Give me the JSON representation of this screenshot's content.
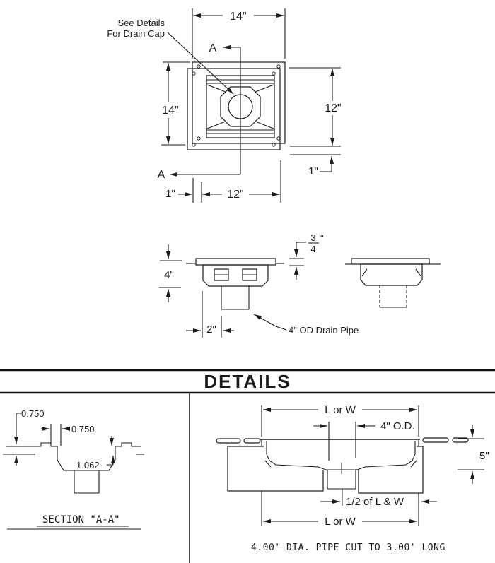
{
  "drawing": {
    "top_view": {
      "callout_line1": "See Details",
      "callout_line2": "For Drain Cap",
      "section_letter": "A",
      "dims": {
        "top_width": "14\"",
        "left_height": "14\"",
        "right_height": "12\"",
        "right_offset": "1\"",
        "bottom_offset": "1\"",
        "bottom_width": "12\""
      }
    },
    "section_view": {
      "dims": {
        "depth": "4\"",
        "flange_numerator": "3",
        "flange_denominator": "4",
        "flange_unit": "\"",
        "pipe_offset": "2\""
      },
      "pipe_label": "4\" OD Drain Pipe"
    },
    "details": {
      "title": "DETAILS",
      "section_aa": {
        "dim_lip_height": "0.750",
        "dim_lip_width": "0.750",
        "dim_depth": "1.062",
        "caption": "SECTION \"A-A\""
      },
      "install": {
        "dim_width_top": "L or W",
        "dim_pipe_od": "4\" O.D.",
        "dim_depth": "5\"",
        "dim_half": "1/2 of L & W",
        "dim_width_bottom": "L or W",
        "note": "4.00' DIA. PIPE CUT TO 3.00' LONG"
      }
    }
  }
}
